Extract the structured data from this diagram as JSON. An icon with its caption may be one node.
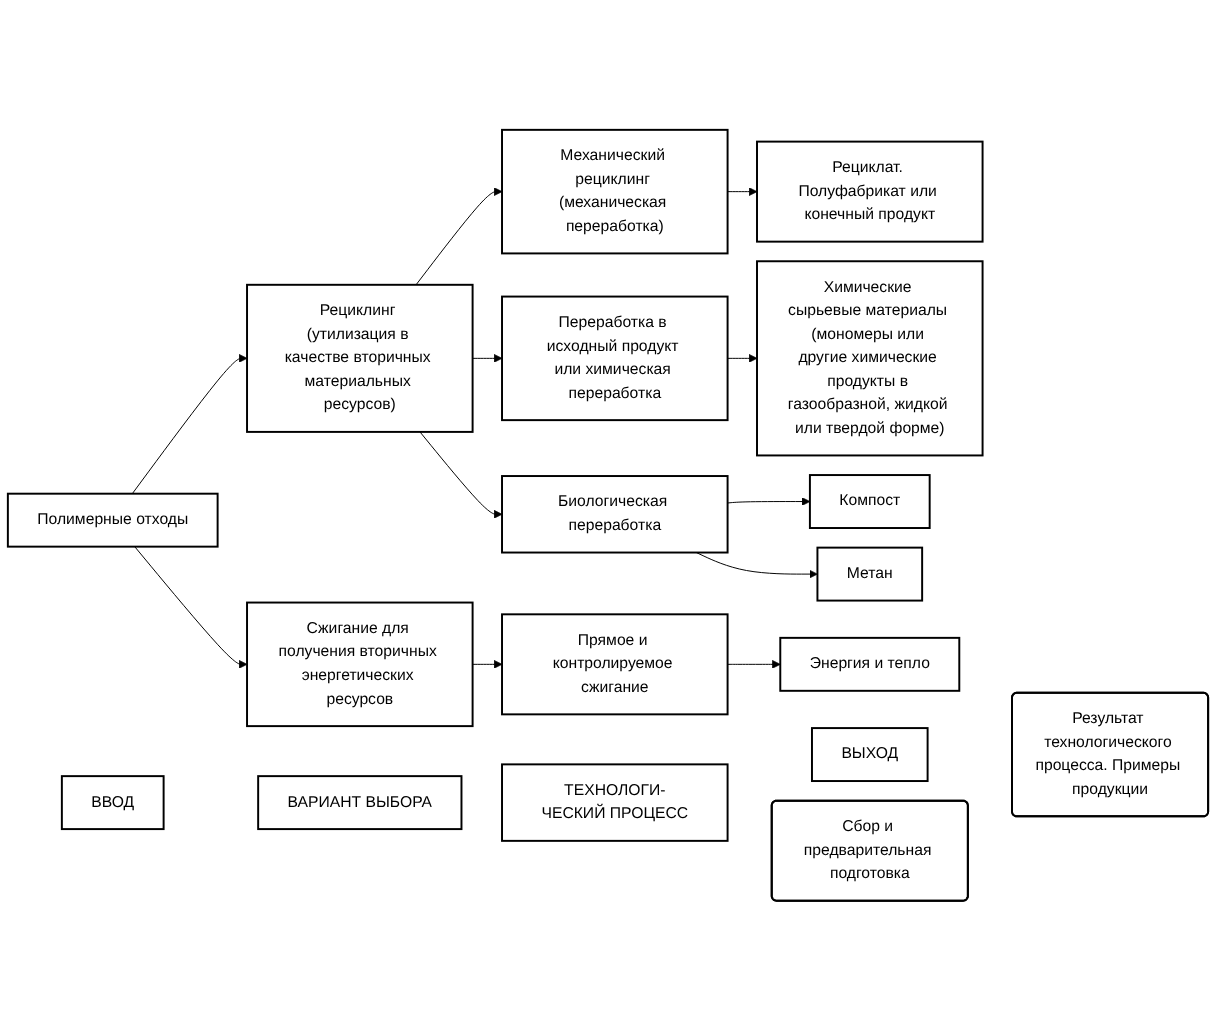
{
  "diagram": {
    "nodes": [
      {
        "text": [
          "ВВОД"
        ]
      },
      {
        "text": [
          "ВАРИАНТ ВЫБОРА"
        ]
      },
      {
        "text": [
          "ТЕХНОЛОГИ-ЧЕСКИЙ ПРОЦЕСС"
        ]
      },
      {
        "text": [
          "ВЫХОД"
        ]
      },
      {
        "text": [
          "Сбор и предварительная подготовка"
        ]
      },
      {
        "text": [
          "Результат технологического процесса. Примеры продукции"
        ]
      },
      {
        "text": [
          "Полимерные отходы"
        ]
      },
      {
        "text": [
          "Рециклинг (утилизация в качестве вторичных материальных ресурсов)"
        ]
      },
      {
        "text": [
          "Сжигание для получения вторичных энергетических ресурсов"
        ]
      },
      {
        "text": [
          "Механический рециклинг (механическая переработка)"
        ]
      },
      {
        "text": [
          "Переработка в исходный продукт или химическая переработка"
        ]
      },
      {
        "text": [
          "Биологическая переработка"
        ]
      },
      {
        "text": [
          "Прямое и контролируемое сжигание"
        ]
      },
      {
        "text": [
          "Рециклат. Полуфабрикат или конечный продукт"
        ]
      },
      {
        "text": [
          "Химические сырьевые материалы (мономеры или другие химические продукты в газообразной, жидкой или твердой форме)"
        ]
      },
      {
        "text": [
          "Компост"
        ]
      },
      {
        "text": [
          "Метан"
        ]
      },
      {
        "text": [
          "Энергия и тепло"
        ]
      }
    ],
    "edges": [
      {
        "from": 6,
        "to": 7,
        "arrow": "to"
      },
      {
        "from": 6,
        "to": 8,
        "arrow": "to"
      },
      {
        "from": 7,
        "to": 9,
        "arrow": "to"
      },
      {
        "from": 7,
        "to": 10,
        "arrow": "to"
      },
      {
        "from": 7,
        "to": 11,
        "arrow": "to"
      },
      {
        "from": 8,
        "to": 12,
        "arrow": "to"
      },
      {
        "from": 9,
        "to": 13,
        "arrow": "to"
      },
      {
        "from": 10,
        "to": 14,
        "arrow": "to"
      },
      {
        "from": 11,
        "to": 15,
        "arrow": "to"
      },
      {
        "from": 11,
        "to": 16,
        "arrow": "to"
      },
      {
        "from": 12,
        "to": 17,
        "arrow": "to"
      }
    ]
  }
}
